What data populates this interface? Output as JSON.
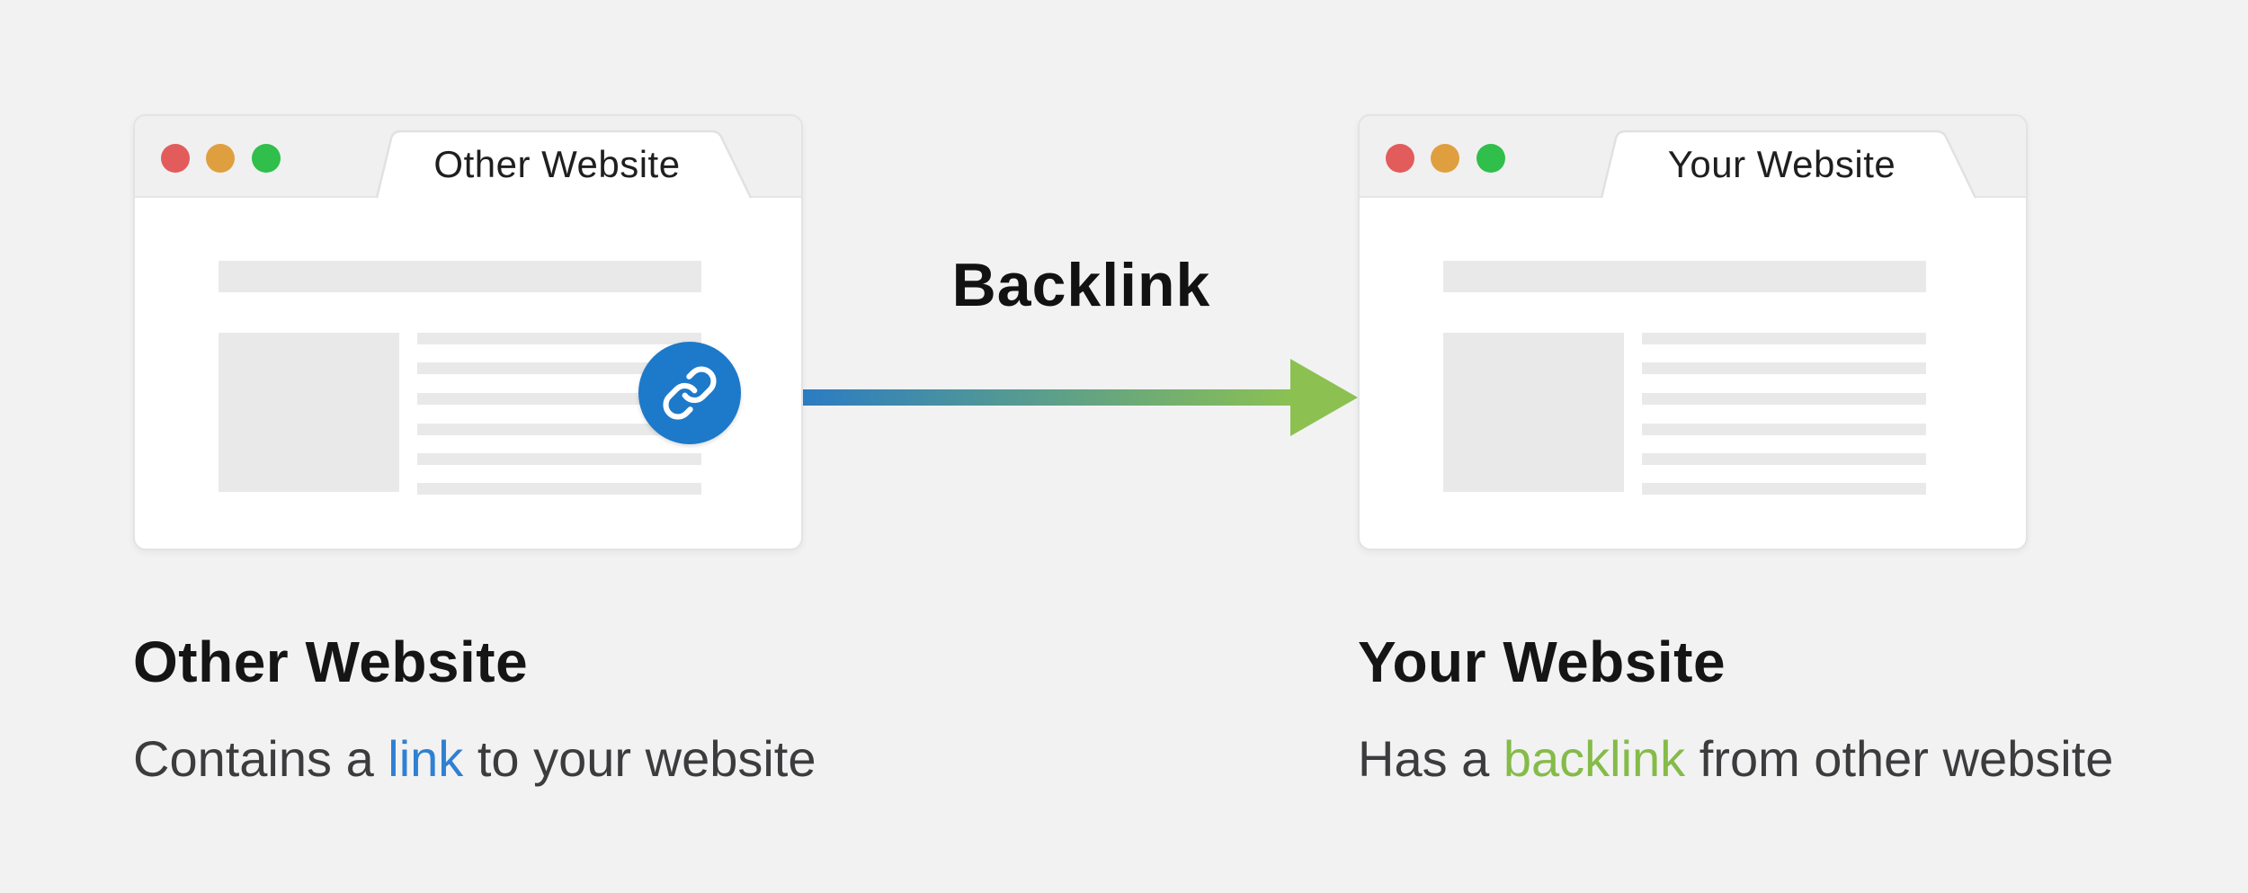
{
  "background_color": "#f2f2f3",
  "placeholder_color": "#e9e9ea",
  "windows": [
    {
      "tab_title": "Other Website"
    },
    {
      "tab_title": "Your Website"
    }
  ],
  "traffic_lights": {
    "red": "#e25c5c",
    "yellow": "#e09f3f",
    "green": "#2fbf4a"
  },
  "arrow": {
    "label": "Backlink",
    "start_color": "#2b7cc3",
    "end_color": "#8cc152"
  },
  "link_badge": {
    "color": "#1d79ca",
    "icon": "link-icon",
    "icon_color": "#ffffff"
  },
  "captions": {
    "left": {
      "title": "Other Website",
      "desc_before": "Contains a ",
      "desc_highlight": "link",
      "desc_after": " to your website",
      "highlight_color": "#2f80d2"
    },
    "right": {
      "title": "Your Website",
      "desc_before": "Has a ",
      "desc_highlight": "backlink",
      "desc_after": " from other website",
      "highlight_color": "#85bb48"
    }
  }
}
